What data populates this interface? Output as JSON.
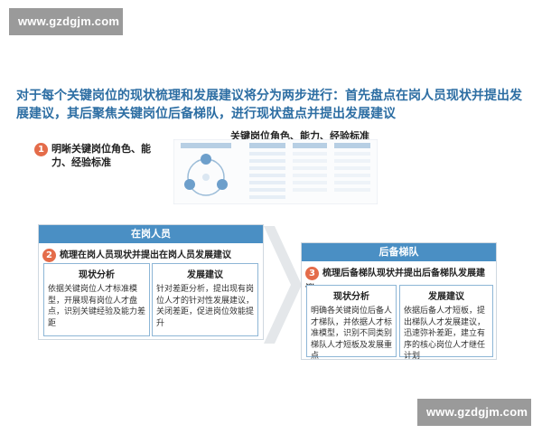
{
  "watermark": {
    "top": "www.gzdgjm.com",
    "bottom": "www.gzdgjm.com"
  },
  "headline": "对于每个关键岗位的现状梳理和发展建议将分为两步进行：首先盘点在岗人员现状并提出发展建议，其后聚焦关键岗位后备梯队，进行现状盘点并提出发展建议",
  "step1": {
    "num": "1",
    "text": "明晰关键岗位角色、能力、经验标准"
  },
  "diagram": {
    "title": "关键岗位角色、能力、经验标准"
  },
  "left_section": {
    "bar": "在岗人员",
    "step_num": "2",
    "step_text": "梳理在岗人员现状并提出在岗人员发展建议",
    "card_a": {
      "title": "现状分析",
      "body": "依据关键岗位人才标准模型，开展现有岗位人才盘点，识别关键经验及能力差距"
    },
    "card_b": {
      "title": "发展建议",
      "body": "针对差距分析，提出现有岗位人才的针对性发展建议，关闭差距，促进岗位效能提升"
    }
  },
  "right_section": {
    "bar": "后备梯队",
    "step_num": "3",
    "step_text": "梳理后备梯队现状并提出后备梯队发展建议",
    "card_a": {
      "title": "现状分析",
      "body": "明确各关键岗位后备人才梯队，并依据人才标准模型，识别不同类别梯队人才短板及发展重点"
    },
    "card_b": {
      "title": "发展建议",
      "body": "依据后备人才短板，提出梯队人才发展建议，迅速弥补差距，建立有序的核心岗位人才继任计划"
    }
  },
  "colors": {
    "accent": "#4a8fc4",
    "headline": "#2d6ea3",
    "step_badge": "#e46c4a",
    "watermark_bg": "#9a9a9a"
  }
}
